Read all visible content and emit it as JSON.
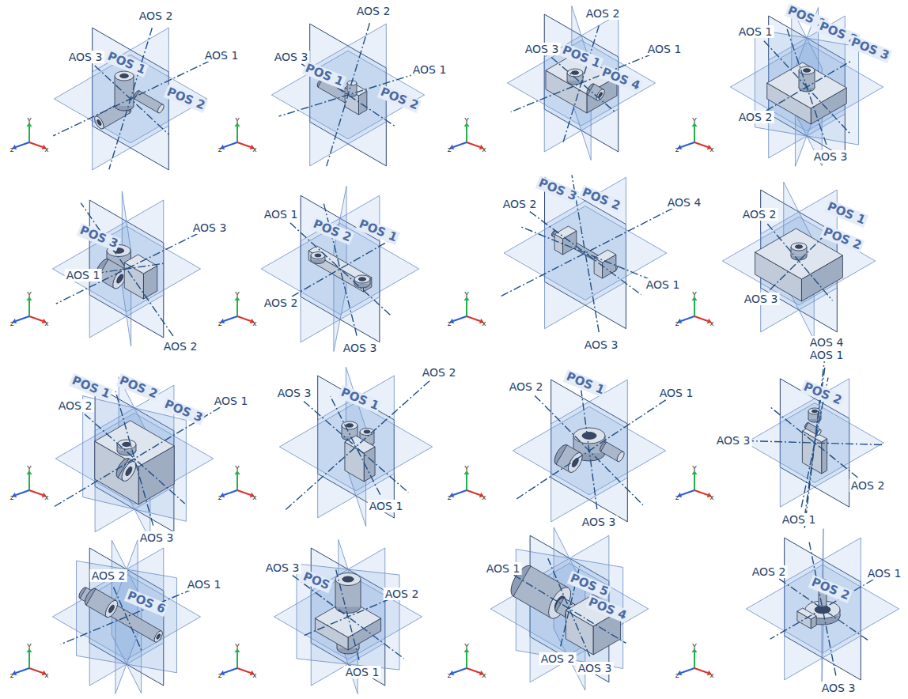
{
  "diagram": {
    "labels": [
      "AOS 2",
      "AOS 3",
      "AOS 1",
      "POS 1",
      "POS 2",
      "Y",
      "z",
      "x",
      "AOS 2",
      "AOS 3",
      "AOS 1",
      "POS 1",
      "POS 2",
      "Y",
      "z",
      "x",
      "AOS 2",
      "AOS 3",
      "AOS 1",
      "POS 1",
      "POS 4",
      "Y",
      "z",
      "x",
      "AOS 1",
      "AOS 2",
      "AOS 3",
      "POS 1",
      "POS 2",
      "POS 3",
      "Y",
      "z",
      "x",
      "AOS 3",
      "AOS 2",
      "AOS 1",
      "POS 3",
      "Y",
      "z",
      "x",
      "AOS 1",
      "AOS 2",
      "AOS 3",
      "POS 2",
      "POS 1",
      "Y",
      "z",
      "x",
      "AOS 2",
      "AOS 4",
      "AOS 1",
      "AOS 3",
      "POS 3",
      "POS 2",
      "Y",
      "z",
      "x",
      "AOS 2",
      "AOS 3",
      "POS 1",
      "POS 2",
      "Y",
      "z",
      "x",
      "AOS 2",
      "AOS 1",
      "AOS 3",
      "POS 1",
      "POS 2",
      "POS 3",
      "Y",
      "z",
      "x",
      "AOS 3",
      "AOS 2",
      "AOS 1",
      "POS 1",
      "Y",
      "z",
      "x",
      "AOS 2",
      "AOS 1",
      "AOS 3",
      "POS 1",
      "Y",
      "z",
      "x",
      "AOS 4",
      "AOS 1",
      "AOS 3",
      "AOS 2",
      "AOS 1",
      "POS 2",
      "Y",
      "z",
      "x",
      "AOS 2",
      "AOS 1",
      "POS 6",
      "Y",
      "z",
      "x",
      "AOS 3",
      "AOS 2",
      "AOS 1",
      "POS",
      "Y",
      "z",
      "x",
      "AOS 1",
      "AOS 2",
      "AOS 3",
      "POS 5",
      "POS 4",
      "Y",
      "z",
      "x",
      "AOS 2",
      "AOS 1",
      "AOS 3",
      "POS 2",
      "Y",
      "z",
      "x"
    ]
  }
}
